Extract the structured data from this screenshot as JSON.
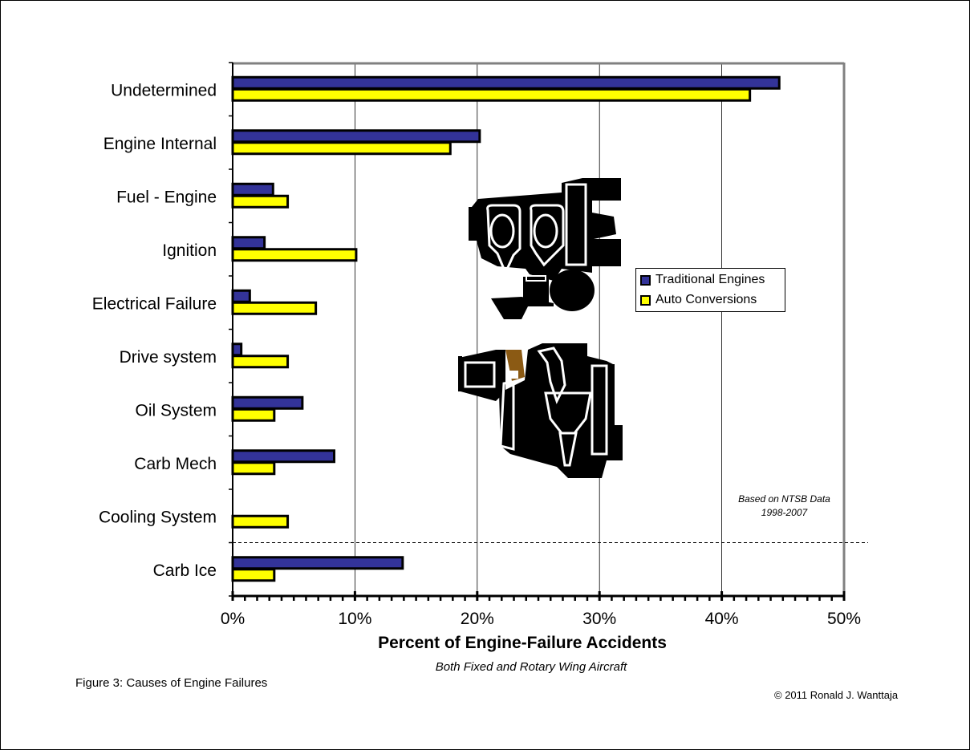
{
  "chart_data": {
    "type": "bar",
    "orientation": "horizontal",
    "categories": [
      "Undetermined",
      "Engine Internal",
      "Fuel - Engine",
      "Ignition",
      "Electrical Failure",
      "Drive system",
      "Oil System",
      "Carb Mech",
      "Cooling System",
      "Carb Ice"
    ],
    "series": [
      {
        "name": "Traditional Engines",
        "color": "#333399",
        "values": [
          44.7,
          20.2,
          3.3,
          2.6,
          1.4,
          0.7,
          5.7,
          8.3,
          0,
          13.9
        ]
      },
      {
        "name": "Auto Conversions",
        "color": "#ffff00",
        "values": [
          42.3,
          17.8,
          4.5,
          10.1,
          6.8,
          4.5,
          3.4,
          3.4,
          4.5,
          3.4
        ]
      }
    ],
    "xlim": [
      0,
      50
    ],
    "xticks": [
      "0%",
      "10%",
      "20%",
      "30%",
      "40%",
      "50%"
    ],
    "xlabel": "Percent of Engine-Failure Accidents",
    "subtitle": "Both Fixed and Rotary Wing Aircraft",
    "grid": "vertical",
    "legend_position": "right-center",
    "annotation_lines": [
      "Based on NTSB Data",
      "1998-2007"
    ],
    "separator_after_category": "Cooling System"
  },
  "caption": "Figure 3:  Causes of Engine Failures",
  "copyright": "© 2011 Ronald J. Wanttaja",
  "images": [
    "engine-silhouette-top",
    "engine-silhouette-bottom"
  ]
}
